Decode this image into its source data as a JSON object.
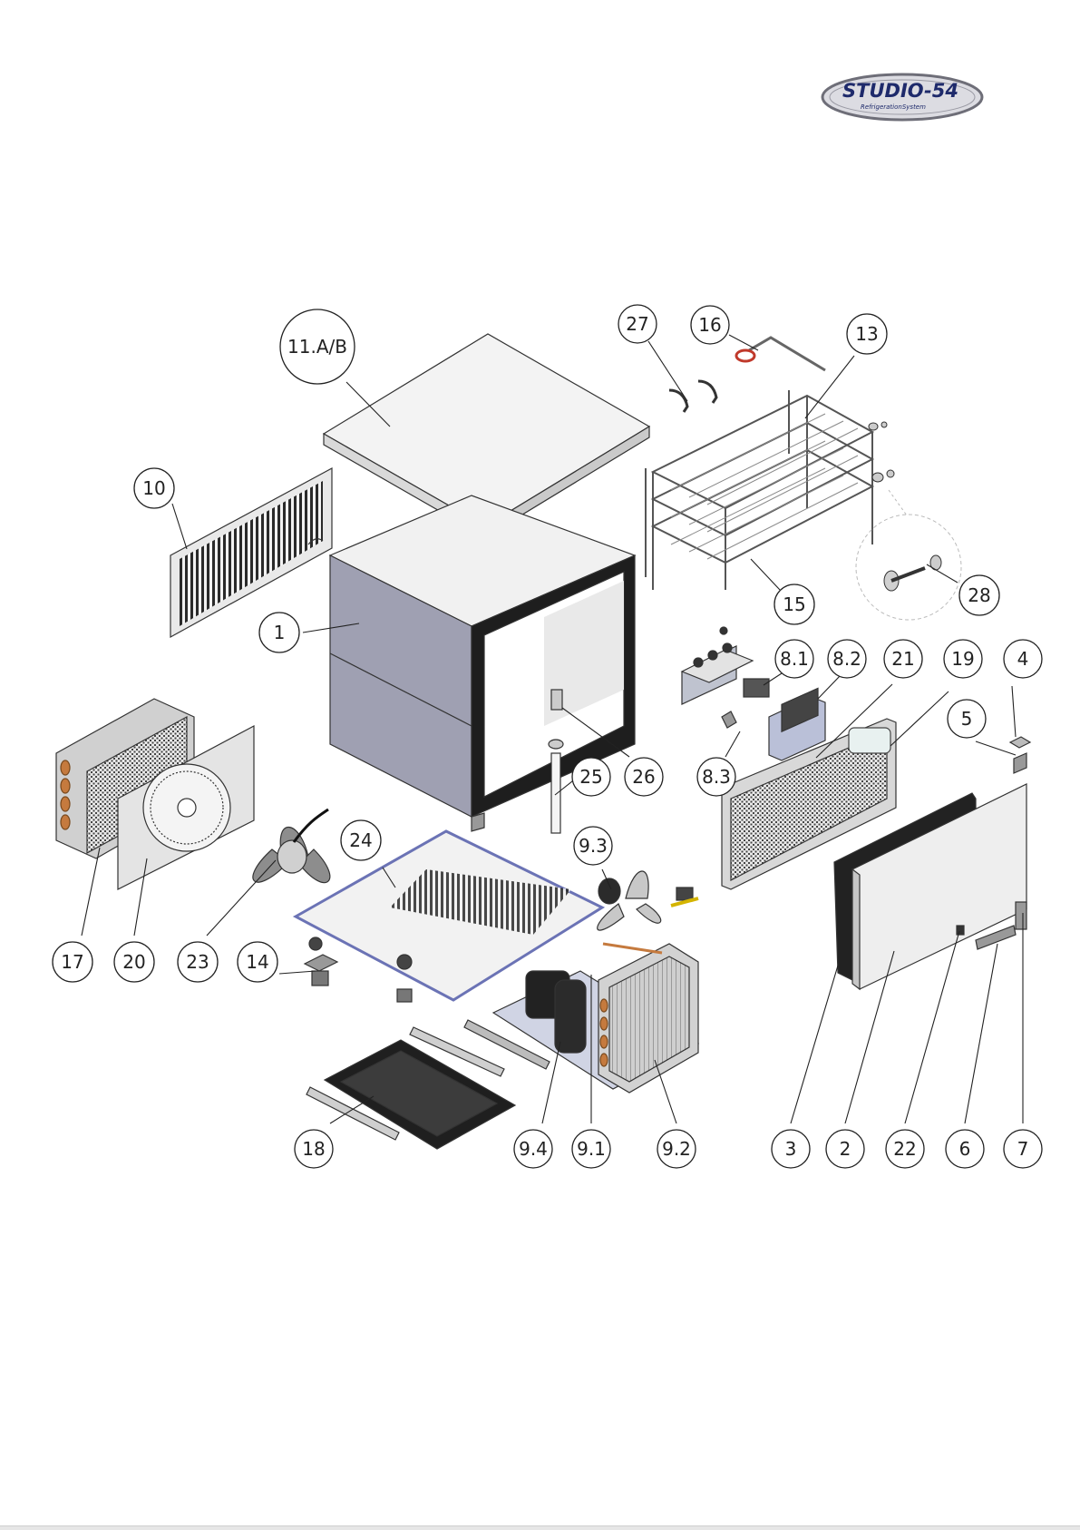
{
  "brand": {
    "name": "STUDIO-54",
    "tagline": "RefrigerationSystem",
    "colors": {
      "ring": "#6e6e78",
      "fill": "#dcdce2",
      "text": "#1e2a6b"
    }
  },
  "callouts": [
    {
      "id": "c-11ab",
      "label": "11.A/B"
    },
    {
      "id": "c-27",
      "label": "27"
    },
    {
      "id": "c-16",
      "label": "16"
    },
    {
      "id": "c-13",
      "label": "13"
    },
    {
      "id": "c-10",
      "label": "10"
    },
    {
      "id": "c-15",
      "label": "15"
    },
    {
      "id": "c-28",
      "label": "28"
    },
    {
      "id": "c-1",
      "label": "1"
    },
    {
      "id": "c-8-1",
      "label": "8.1"
    },
    {
      "id": "c-8-2",
      "label": "8.2"
    },
    {
      "id": "c-21",
      "label": "21"
    },
    {
      "id": "c-19",
      "label": "19"
    },
    {
      "id": "c-4",
      "label": "4"
    },
    {
      "id": "c-5",
      "label": "5"
    },
    {
      "id": "c-8-3",
      "label": "8.3"
    },
    {
      "id": "c-25",
      "label": "25"
    },
    {
      "id": "c-26",
      "label": "26"
    },
    {
      "id": "c-24",
      "label": "24"
    },
    {
      "id": "c-9-3",
      "label": "9.3"
    },
    {
      "id": "c-17",
      "label": "17"
    },
    {
      "id": "c-20",
      "label": "20"
    },
    {
      "id": "c-23",
      "label": "23"
    },
    {
      "id": "c-14",
      "label": "14"
    },
    {
      "id": "c-18",
      "label": "18"
    },
    {
      "id": "c-9-4",
      "label": "9.4"
    },
    {
      "id": "c-9-1",
      "label": "9.1"
    },
    {
      "id": "c-9-2",
      "label": "9.2"
    },
    {
      "id": "c-3",
      "label": "3"
    },
    {
      "id": "c-2",
      "label": "2"
    },
    {
      "id": "c-22",
      "label": "22"
    },
    {
      "id": "c-6",
      "label": "6"
    },
    {
      "id": "c-7",
      "label": "7"
    }
  ]
}
